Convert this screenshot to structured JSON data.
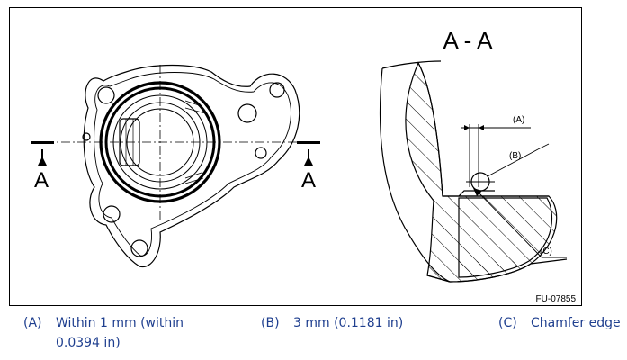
{
  "figure": {
    "section_title": "A - A",
    "section_marker_left": "A",
    "section_marker_right": "A",
    "callout_a": "(A)",
    "callout_b": "(B)",
    "callout_c": "(C)",
    "figure_code": "FU-07855"
  },
  "legend": {
    "items": [
      {
        "key": "(A)",
        "text": "Within 1 mm (within\n0.0394 in)"
      },
      {
        "key": "(B)",
        "text": "3 mm (0.1181 in)"
      },
      {
        "key": "(C)",
        "text": "Chamfer edge"
      }
    ]
  },
  "colors": {
    "line": "#000000",
    "legend_text": "#1f3f8f"
  }
}
